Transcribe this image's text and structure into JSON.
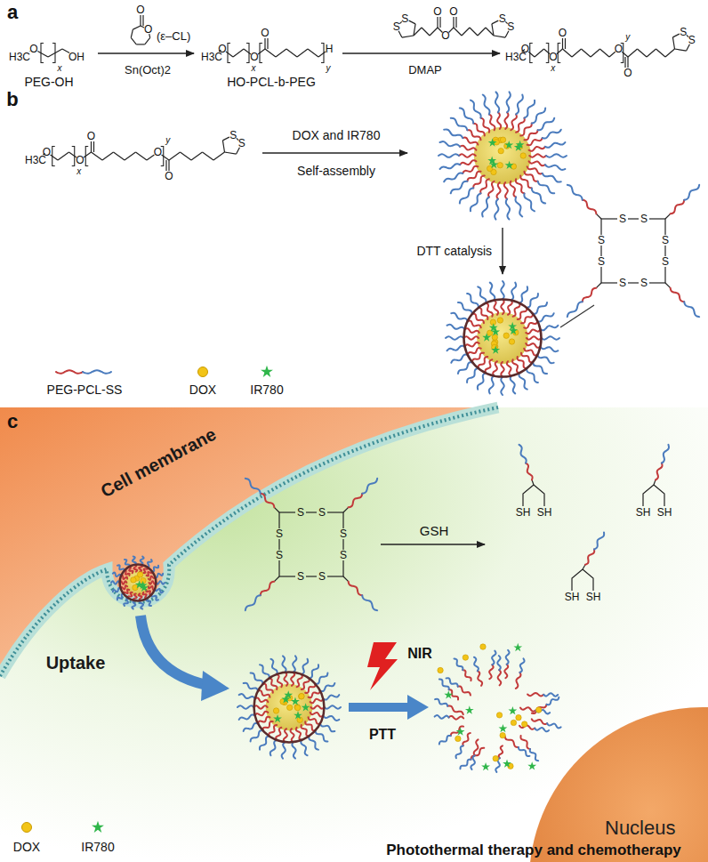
{
  "diagram": {
    "nodes": [
      {
        "text": [
          "Nucleus"
        ]
      }
    ],
    "labels": [
      "a",
      "H3C",
      "O",
      "x",
      "OH",
      "PEG-OH",
      "O",
      "O",
      "(ε–CL)",
      "Sn(Oct)2",
      "H3C",
      "O",
      "x",
      "O",
      "O",
      "y",
      "H",
      "HO-PCL-b-PEG",
      "O",
      "O",
      "O",
      "S",
      "S",
      "S",
      "S",
      "DMAP",
      "H3C",
      "O",
      "x",
      "O",
      "O",
      "y",
      "O",
      "O",
      "S",
      "S",
      "b",
      "H3C",
      "O",
      "x",
      "O",
      "O",
      "y",
      "O",
      "O",
      "S",
      "S",
      "DOX and IR780",
      "Self-assembly",
      "DTT catalysis",
      "S",
      "S",
      "S",
      "S",
      "S",
      "S",
      "S",
      "S",
      "c",
      "Cell membrane",
      "Uptake",
      "S",
      "S",
      "S",
      "S",
      "S",
      "S",
      "S",
      "S",
      "GSH",
      "SH",
      "SH",
      "SH",
      "SH",
      "SH",
      "SH",
      "NIR",
      "PTT",
      "Photothermal therapy and chemotherapy"
    ],
    "legend": [
      {
        "text": "PEG-PCL-SS"
      },
      {
        "text": "DOX",
        "color": "#f2c417"
      },
      {
        "text": "IR780"
      },
      {
        "text": "DOX",
        "color": "#f2c417"
      },
      {
        "text": "IR780"
      }
    ]
  }
}
